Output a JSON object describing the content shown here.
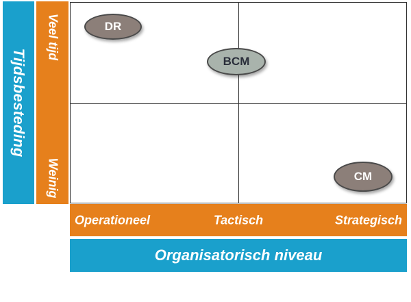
{
  "y_axis": {
    "title": "Tijdsbesteding",
    "labels": {
      "high": "Veel tijd",
      "low": "Weinig"
    }
  },
  "x_axis": {
    "title": "Organisatorisch niveau",
    "labels": {
      "left": "Operationeel",
      "middle": "Tactisch",
      "right": "Strategisch"
    }
  },
  "nodes": {
    "dr": "DR",
    "bcm": "BCM",
    "cm": "CM"
  },
  "colors": {
    "axis_title_bar": "#1aa0cc",
    "axis_label_bar": "#e6801c",
    "node_dark": "#8c7f79",
    "node_light": "#a9b3ac"
  }
}
